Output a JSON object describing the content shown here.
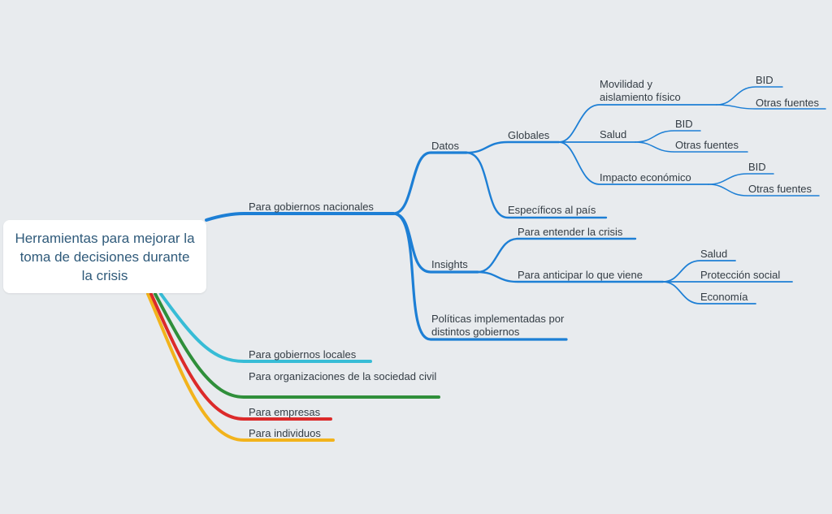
{
  "colors": {
    "background": "#e8ebee",
    "blue": "#1d7fd5",
    "cyan": "#37bcd6",
    "green": "#2f8f3a",
    "red": "#dc2a2a",
    "yellow": "#f2b31c",
    "text": "#333c44",
    "root_text": "#2f5a7a"
  },
  "root": {
    "label": "Herramientas para mejorar la toma de decisiones durante la crisis"
  },
  "nodes": {
    "gobiernos_nacionales": "Para gobiernos nacionales",
    "datos": "Datos",
    "globales": "Globales",
    "movilidad": "Movilidad y aislamiento físico",
    "movilidad_bid": "BID",
    "movilidad_otras": "Otras fuentes",
    "salud": "Salud",
    "salud_bid": "BID",
    "salud_otras": "Otras fuentes",
    "impacto": "Impacto económico",
    "impacto_bid": "BID",
    "impacto_otras": "Otras fuentes",
    "especificos": "Específicos al país",
    "insights": "Insights",
    "entender": "Para entender la crisis",
    "anticipar": "Para anticipar lo que viene",
    "anticipar_salud": "Salud",
    "anticipar_proteccion": "Protección social",
    "anticipar_economia": "Economía",
    "politicas": "Políticas implementadas por distintos gobiernos",
    "gobiernos_locales": "Para gobiernos locales",
    "organizaciones": "Para organizaciones de la sociedad civil",
    "empresas": "Para empresas",
    "individuos": "Para individuos"
  }
}
